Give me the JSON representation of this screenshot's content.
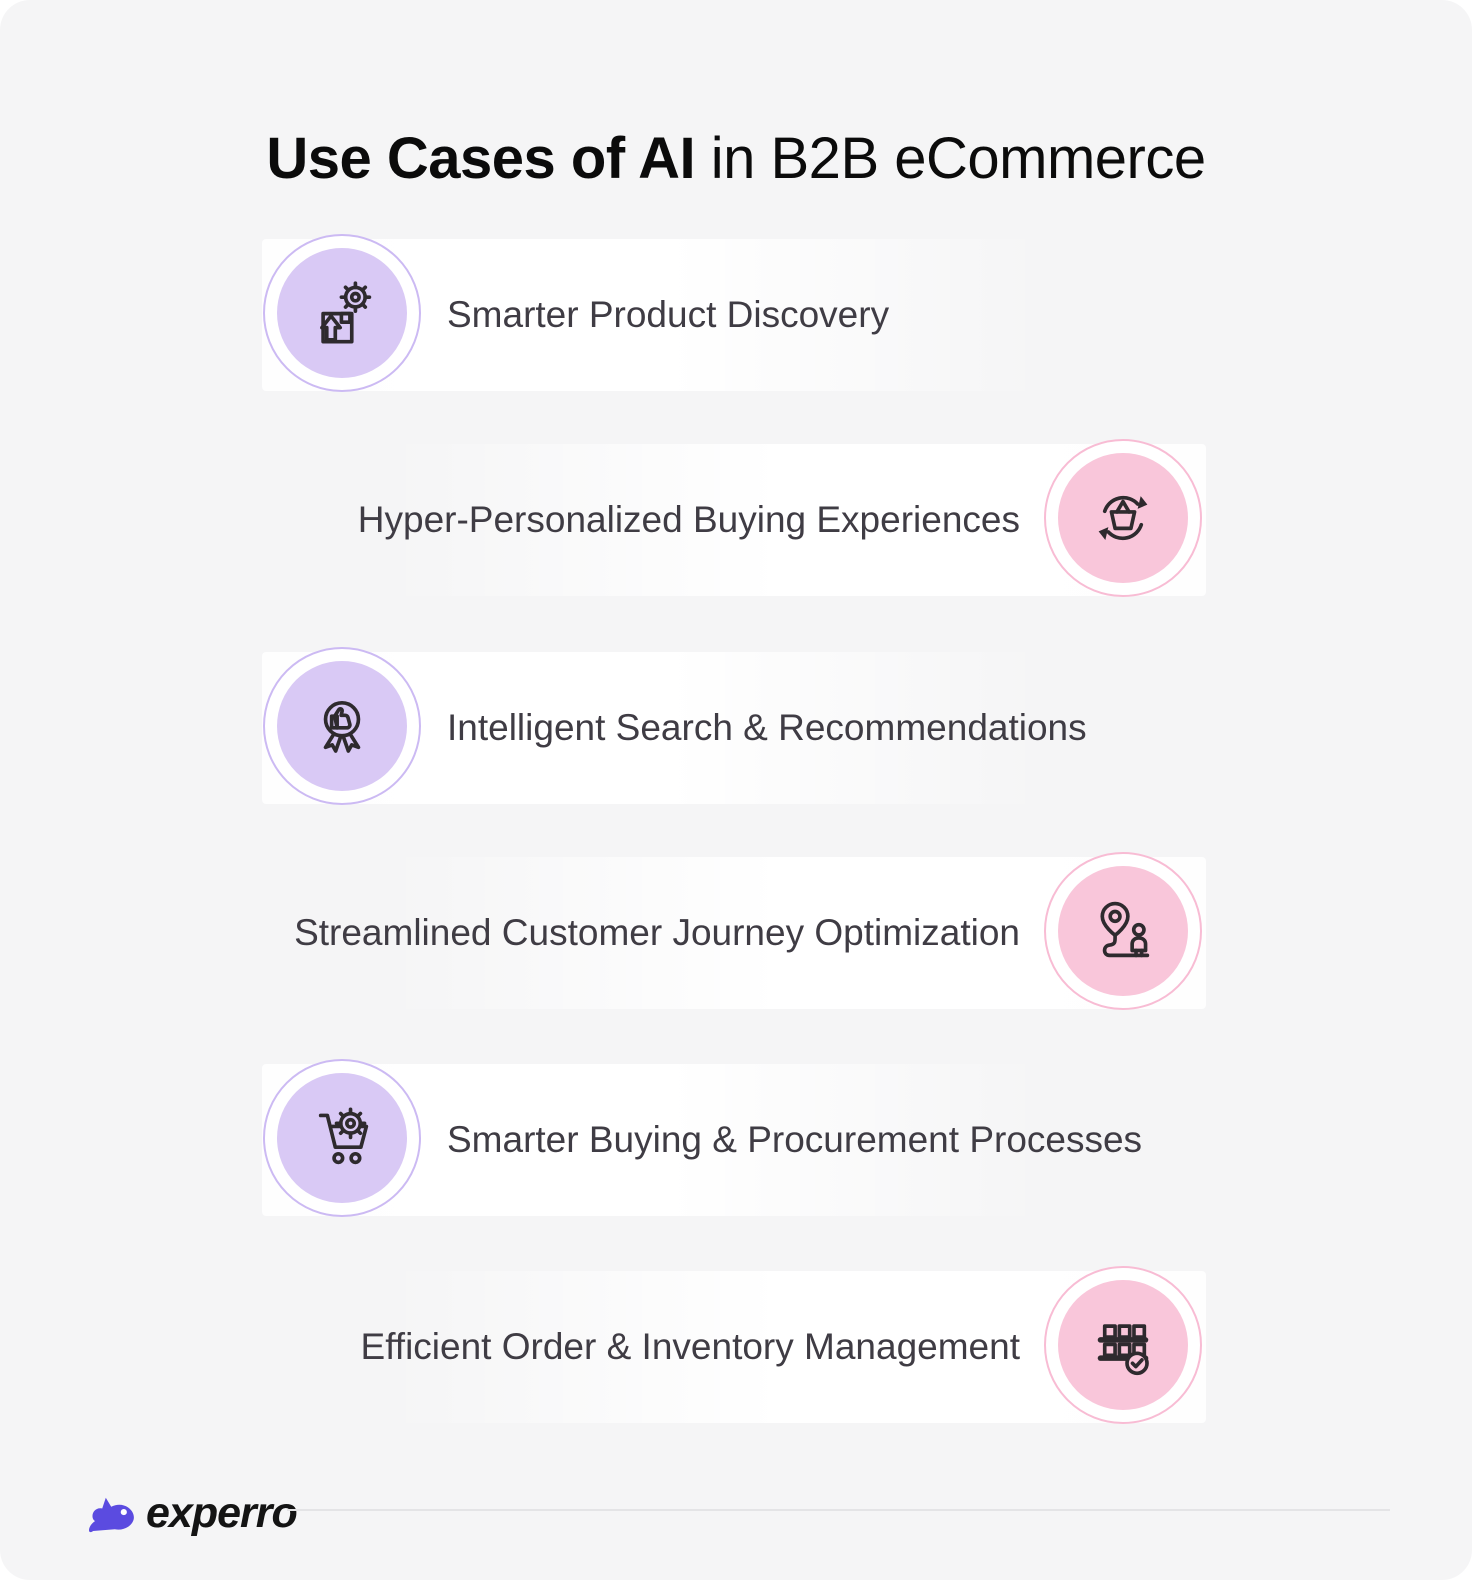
{
  "title": {
    "bold": "Use Cases of AI",
    "regular": " in B2B eCommerce"
  },
  "items": [
    {
      "label": "Smarter Product Discovery",
      "side": "left",
      "theme": "purple",
      "icon": "product-discovery-icon"
    },
    {
      "label": "Hyper-Personalized Buying Experiences",
      "side": "right",
      "theme": "pink",
      "icon": "repeat-purchase-basket-icon"
    },
    {
      "label": "Intelligent Search & Recommendations",
      "side": "left",
      "theme": "purple",
      "icon": "thumbs-up-badge-icon"
    },
    {
      "label": "Streamlined Customer Journey Optimization",
      "side": "right",
      "theme": "pink",
      "icon": "customer-journey-map-icon"
    },
    {
      "label": "Smarter Buying & Procurement Processes",
      "side": "left",
      "theme": "purple",
      "icon": "cart-gear-icon"
    },
    {
      "label": "Efficient Order & Inventory Management",
      "side": "right",
      "theme": "pink",
      "icon": "inventory-shelves-check-icon"
    }
  ],
  "footer": {
    "logo_text": "experro"
  },
  "colors": {
    "background": "#f5f5f6",
    "purple_disc": "#d9c9f5",
    "purple_ring": "#ccbaf3",
    "pink_disc": "#f9c6da",
    "pink_ring": "#f8bcd4",
    "icon_stroke": "#2e2a2e",
    "label_text": "#3f3c44",
    "title_text": "#0b0b0b",
    "brand_purple": "#5b4be0"
  }
}
